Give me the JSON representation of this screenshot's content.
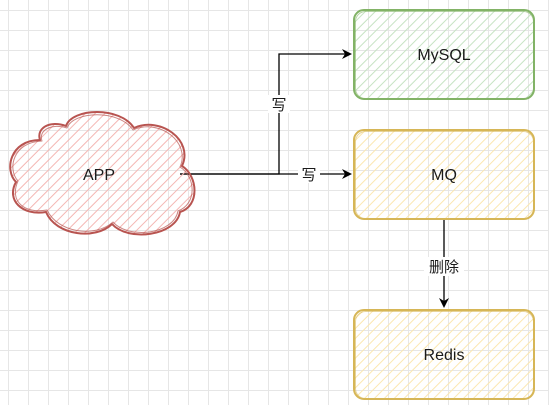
{
  "nodes": {
    "app": {
      "label": "APP",
      "stroke": "#b85450",
      "fill": "#f8cecc"
    },
    "mysql": {
      "label": "MySQL",
      "stroke": "#82b366",
      "fill": "#d5e8d4"
    },
    "mq": {
      "label": "MQ",
      "stroke": "#d6b656",
      "fill": "#fff2cc"
    },
    "redis": {
      "label": "Redis",
      "stroke": "#d6b656",
      "fill": "#fff2cc"
    }
  },
  "edges": {
    "app_to_mysql": {
      "label": "写"
    },
    "app_to_mq": {
      "label": "写"
    },
    "mq_to_redis": {
      "label": "删除"
    }
  }
}
